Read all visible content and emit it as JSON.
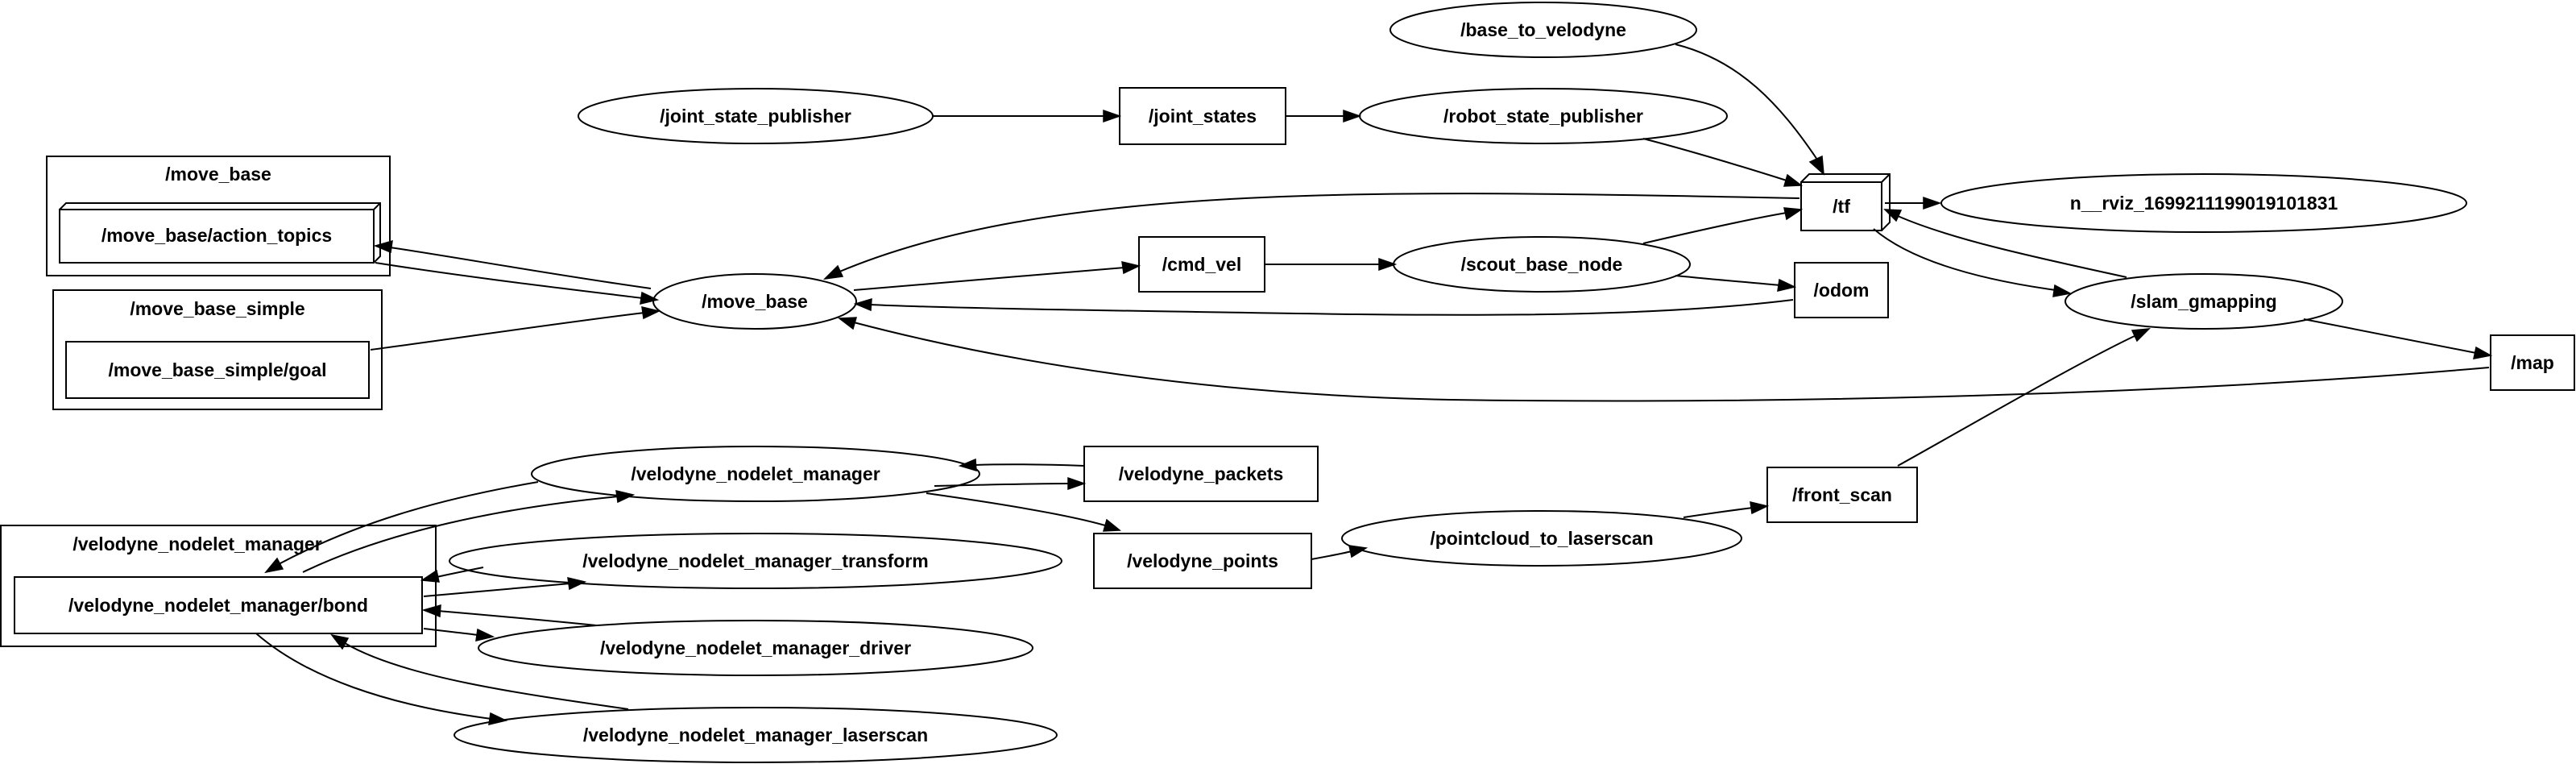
{
  "graph": {
    "clusters": {
      "move_base": "/move_base",
      "move_base_simple": "/move_base_simple",
      "velodyne_nodelet_manager": "/velodyne_nodelet_manager"
    },
    "nodes": {
      "base_to_velodyne": "/base_to_velodyne",
      "joint_state_publisher": "/joint_state_publisher",
      "joint_states": "/joint_states",
      "robot_state_publisher": "/robot_state_publisher",
      "tf": "/tf",
      "rviz": "n__rviz_1699211199019101831",
      "move_base_action_topics": "/move_base/action_topics",
      "move_base_simple_goal": "/move_base_simple/goal",
      "move_base": "/move_base",
      "cmd_vel": "/cmd_vel",
      "scout_base_node": "/scout_base_node",
      "odom": "/odom",
      "slam_gmapping": "/slam_gmapping",
      "map": "/map",
      "velodyne_nodelet_manager": "/velodyne_nodelet_manager",
      "velodyne_packets": "/velodyne_packets",
      "velodyne_points": "/velodyne_points",
      "pointcloud_to_laserscan": "/pointcloud_to_laserscan",
      "front_scan": "/front_scan",
      "vnm_transform": "/velodyne_nodelet_manager_transform",
      "vnm_bond": "/velodyne_nodelet_manager/bond",
      "vnm_driver": "/velodyne_nodelet_manager_driver",
      "vnm_laserscan": "/velodyne_nodelet_manager_laserscan"
    }
  }
}
